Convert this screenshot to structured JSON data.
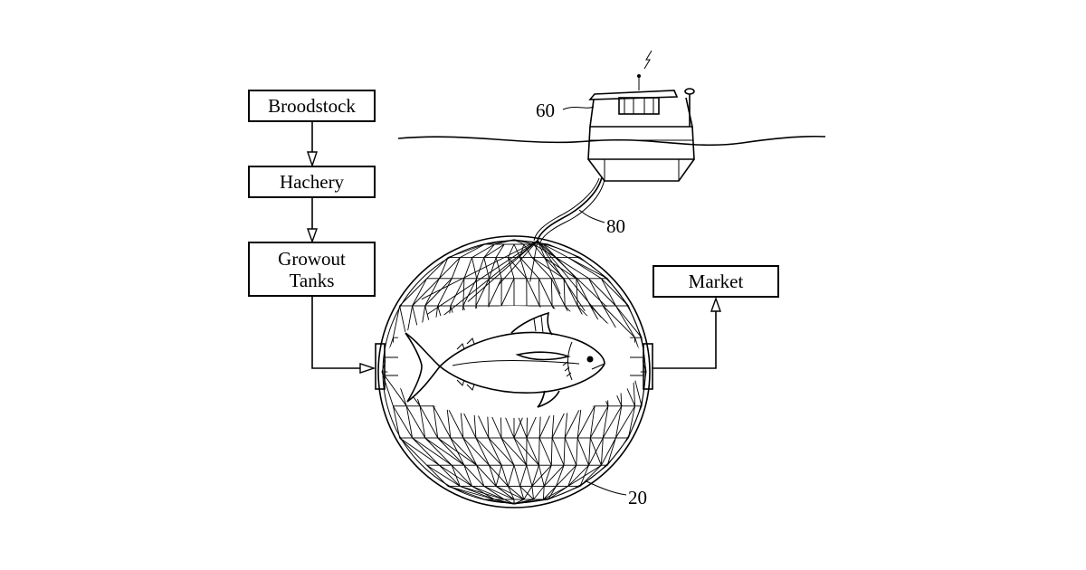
{
  "boxes": {
    "broodstock": "Broodstock",
    "hatchery": "Hachery",
    "growout_line1": "Growout",
    "growout_line2": "Tanks",
    "market": "Market"
  },
  "reference_numerals": {
    "buoy": "60",
    "tether": "80",
    "sphere_pen": "20"
  },
  "colors": {
    "stroke": "#000000",
    "background": "#ffffff"
  }
}
